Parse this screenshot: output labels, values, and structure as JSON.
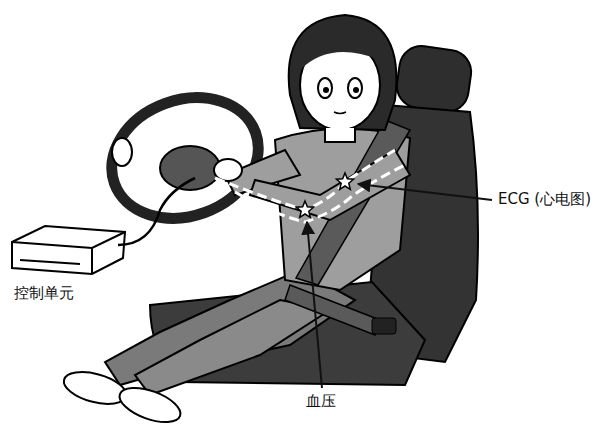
{
  "diagram": {
    "labels": [
      "控制单元",
      "ECG (心电图)",
      "血压"
    ]
  }
}
